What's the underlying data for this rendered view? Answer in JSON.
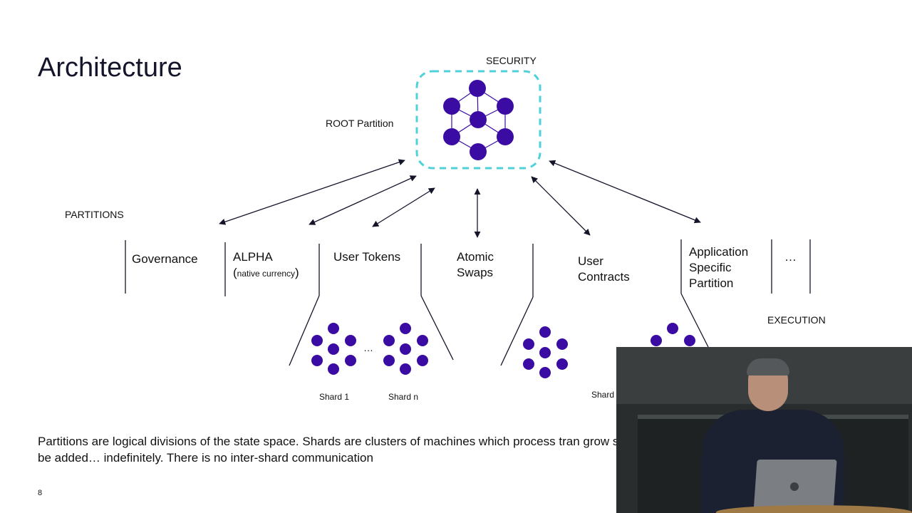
{
  "slide": {
    "title": "Architecture",
    "page_number": "8",
    "caption": "Partitions are logical divisions of the state space. Shards are clusters of machines which process tran grow shards can be added… indefinitely. There is no inter-shard communication"
  },
  "diagram": {
    "security_label": "SECURITY",
    "root_label": "ROOT Partition",
    "partitions_label": "PARTITIONS",
    "execution_label": "EXECUTION",
    "partitions": [
      {
        "name": "Governance"
      },
      {
        "name": "ALPHA",
        "note_open": "(",
        "note": "native currency",
        "note_close": ")"
      },
      {
        "name": "User Tokens"
      },
      {
        "name_line1": "Atomic",
        "name_line2": "Swaps"
      },
      {
        "name_line1": "User",
        "name_line2": "Contracts"
      },
      {
        "name_line1": "Application",
        "name_line2": "Specific",
        "name_line3": "Partition"
      },
      {
        "name": "…"
      }
    ],
    "shards": {
      "ellipsis": "…",
      "shard_1": "Shard 1",
      "shard_n": "Shard n",
      "shard_partial": "Shard"
    },
    "colors": {
      "node": "#3a0ca3",
      "security_border": "#4fd1d9",
      "line": "#14142b"
    }
  }
}
